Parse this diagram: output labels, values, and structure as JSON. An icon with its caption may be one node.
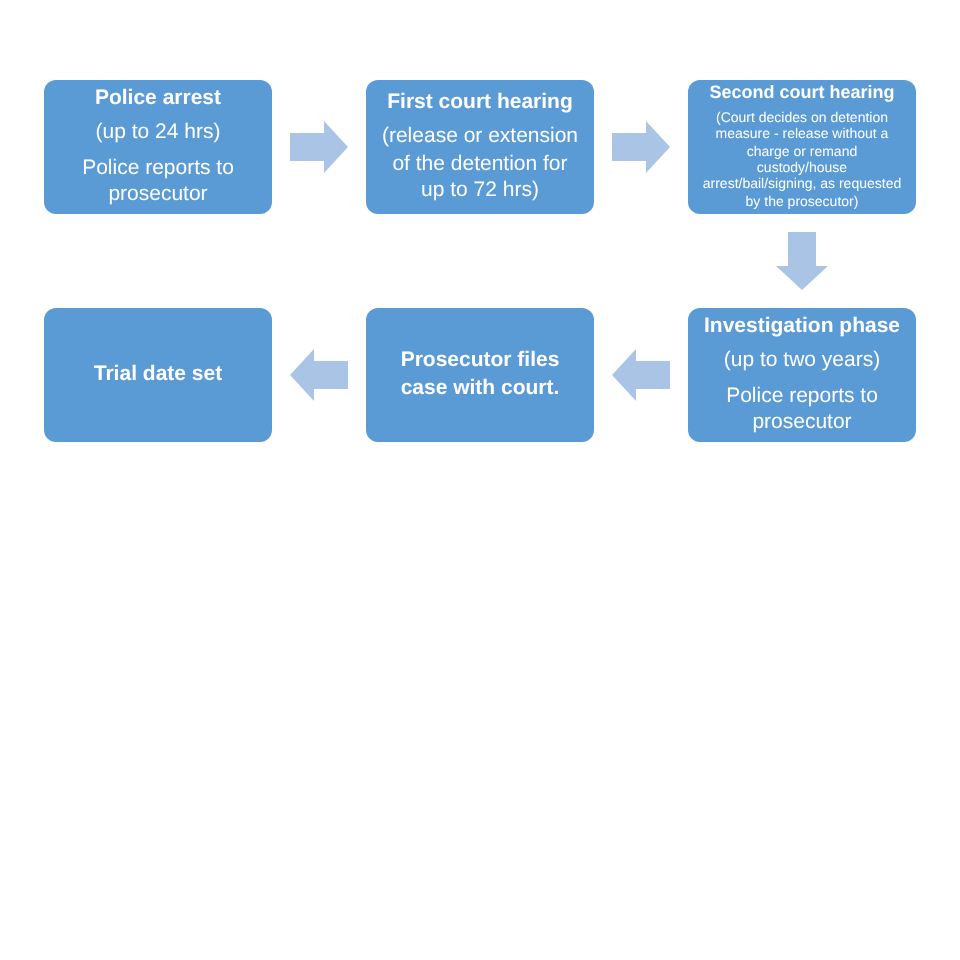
{
  "diagram": {
    "nodes": [
      {
        "text": [
          "Police arrest",
          "(up to 24 hrs)",
          "Police reports to prosecutor"
        ]
      },
      {
        "text": [
          "First court hearing",
          "(release or extension of the detention for up to 72 hrs)"
        ]
      },
      {
        "text": [
          "Second court hearing",
          "(Court decides on detention measure - release without a charge or remand custody/house arrest/bail/signing, as requested by the prosecutor)"
        ]
      },
      {
        "text": [
          "Investigation phase",
          "(up to two years)",
          "Police reports to prosecutor"
        ]
      },
      {
        "text": [
          "Prosecutor files case with court."
        ]
      },
      {
        "text": [
          "Trial date set"
        ]
      }
    ],
    "edges": [
      {
        "from": 0,
        "to": 1,
        "arrow": "to"
      },
      {
        "from": 1,
        "to": 2,
        "arrow": "to"
      },
      {
        "from": 2,
        "to": 3,
        "arrow": "to"
      },
      {
        "from": 3,
        "to": 4,
        "arrow": "to"
      },
      {
        "from": 4,
        "to": 5,
        "arrow": "to"
      }
    ]
  }
}
